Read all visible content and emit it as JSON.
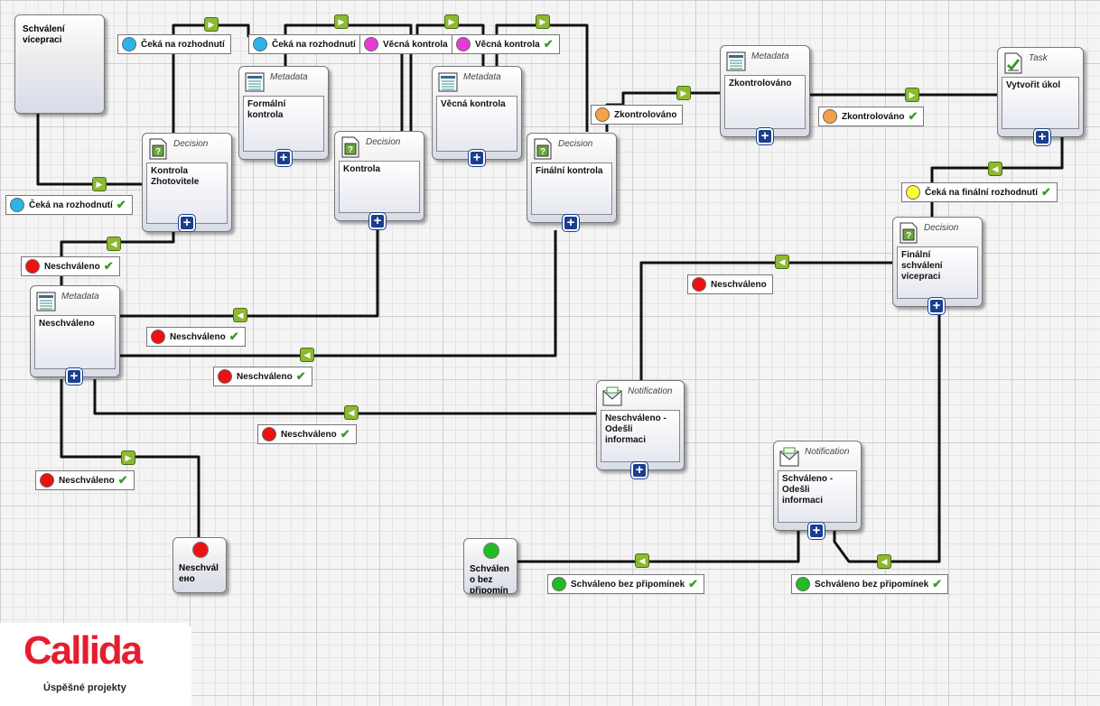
{
  "colors": {
    "blue": "#2ab4ea",
    "magenta": "#e83ad8",
    "orange": "#f4a24a",
    "yellow": "#ffff33",
    "red": "#ee1111",
    "green": "#22bb22",
    "plus": "#1b3f8f",
    "arrow": "#8cb832"
  },
  "nodes": {
    "start": {
      "label": "Schválení vícepraci"
    },
    "kontrola_zhotovitele": {
      "type": "Decision",
      "label": "Kontrola Zhotovitele",
      "icon": "decision-icon"
    },
    "formalni_kontrola": {
      "type": "Metadata",
      "label": "Formální kontrola",
      "icon": "metadata-icon"
    },
    "kontrola": {
      "type": "Decision",
      "label": "Kontrola",
      "icon": "decision-icon"
    },
    "vecna_kontrola": {
      "type": "Metadata",
      "label": "Věcná kontrola",
      "icon": "metadata-icon"
    },
    "finalni_kontrola": {
      "type": "Decision",
      "label": "Finální kontrola",
      "icon": "decision-icon"
    },
    "zkontrolovano": {
      "type": "Metadata",
      "label": "Zkontrolováno",
      "icon": "metadata-icon"
    },
    "vytvorit_ukol": {
      "type": "Task",
      "label": "Vytvořit úkol",
      "icon": "task-icon"
    },
    "finalni_schvaleni": {
      "type": "Decision",
      "label": "Finální schválení vícepraci",
      "icon": "decision-icon"
    },
    "neschvaleno_meta": {
      "type": "Metadata",
      "label": "Neschváleno",
      "icon": "metadata-icon"
    },
    "neschvaleno_notif": {
      "type": "Notification",
      "label": "Neschváleno - Odešli informaci",
      "icon": "notification-icon"
    },
    "schvaleno_notif": {
      "type": "Notification",
      "label": "Schváleno - Odešli informaci",
      "icon": "notification-icon"
    },
    "end_neschvaleno": {
      "label": "Neschválено"
    },
    "end_schvaleno": {
      "label": "Schválen o bez připomín"
    }
  },
  "badges": [
    {
      "text": "Čeká na rozhodnutí",
      "color": "blue",
      "check": true
    },
    {
      "text": "Čeká na rozhodnutí",
      "color": "blue",
      "check": false
    },
    {
      "text": "Čeká na rozhodnutí",
      "color": "blue",
      "check": false
    },
    {
      "text": "Věcná kontrola",
      "color": "magenta",
      "check": false
    },
    {
      "text": "Věcná kontrola",
      "color": "magenta",
      "check": true
    },
    {
      "text": "Zkontrolováno",
      "color": "orange",
      "check": false
    },
    {
      "text": "Zkontrolováno",
      "color": "orange",
      "check": true
    },
    {
      "text": "Čeká na finální rozhodnutí",
      "color": "yellow",
      "check": true
    },
    {
      "text": "Neschváleno",
      "color": "red",
      "check": true
    },
    {
      "text": "Neschváleno",
      "color": "red",
      "check": false
    },
    {
      "text": "Neschváleno",
      "color": "red",
      "check": true
    },
    {
      "text": "Neschváleno",
      "color": "red",
      "check": true
    },
    {
      "text": "Neschváleno",
      "color": "red",
      "check": true
    },
    {
      "text": "Neschváleno",
      "color": "red",
      "check": true
    },
    {
      "text": "Schváleno bez připomínek",
      "color": "green",
      "check": true
    },
    {
      "text": "Schváleno bez připomínek",
      "color": "green",
      "check": true
    }
  ],
  "logo": {
    "name": "Callida",
    "tagline": "Úspěšné projekty"
  }
}
